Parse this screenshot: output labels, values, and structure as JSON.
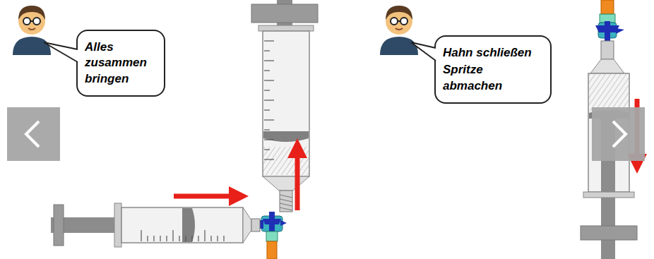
{
  "diagram": {
    "nodes": [
      {
        "text": [
          "Alles zusammen bringen"
        ]
      },
      {
        "text": [
          "Hahn schließen",
          "Spritze abmachen"
        ]
      }
    ]
  }
}
